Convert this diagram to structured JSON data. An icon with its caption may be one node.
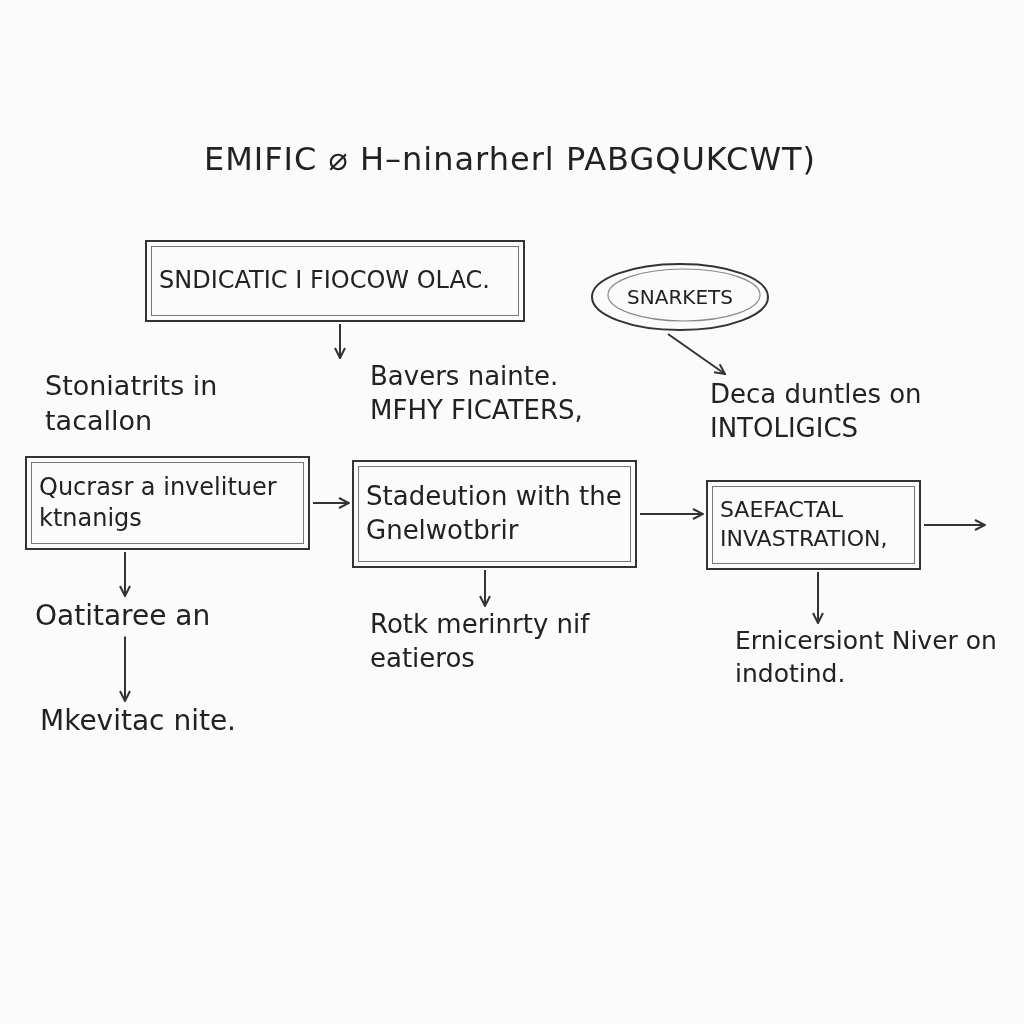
{
  "diagram": {
    "title": "EMIFIC ⌀ H–ninarherl PABGQUKCWT)",
    "nodes": [
      {
        "text": [
          "SNDICATIC I FIOCOW OLAC."
        ]
      },
      {
        "text": [
          "SNARKETS"
        ]
      },
      {
        "text": [
          "Stoniatrits in tacallon"
        ]
      },
      {
        "text": [
          "Qucrasr a invelituer ktnanigs"
        ]
      },
      {
        "text": [
          "Oatitaree an"
        ]
      },
      {
        "text": [
          "Mkevitac nite."
        ]
      },
      {
        "text": [
          "Bavers nainte. MFHY FICATERS,"
        ]
      },
      {
        "text": [
          "Stadeution with the Gnelwotbrir"
        ]
      },
      {
        "text": [
          "Rotk merinrty nif eatieros"
        ]
      },
      {
        "text": [
          "Deca duntles on INTOLIGICS"
        ]
      },
      {
        "text": [
          "SAEFACTAL INVASTRATION,"
        ]
      },
      {
        "text": [
          "Ernicersiont Niver on indotind."
        ]
      }
    ],
    "edges": [
      {
        "from": 0,
        "to": 6,
        "arrow": "to"
      },
      {
        "from": 1,
        "to": 9,
        "arrow": "to"
      },
      {
        "from": 3,
        "to": 4,
        "arrow": "to"
      },
      {
        "from": 4,
        "to": 5,
        "arrow": "to"
      },
      {
        "from": 3,
        "to": 7,
        "arrow": "to"
      },
      {
        "from": 7,
        "to": 8,
        "arrow": "to"
      },
      {
        "from": 7,
        "to": 10,
        "arrow": "to"
      },
      {
        "from": 10,
        "to": 11,
        "arrow": "to"
      },
      {
        "from": 10,
        "to": null,
        "arrow": "to"
      }
    ]
  }
}
